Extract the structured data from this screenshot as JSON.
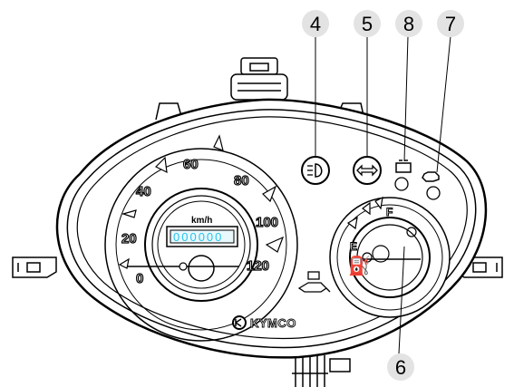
{
  "callouts": [
    {
      "number": "4",
      "refers_to": "headlight-high-beam-indicator"
    },
    {
      "number": "5",
      "refers_to": "turn-signal-indicator"
    },
    {
      "number": "8",
      "refers_to": "battery-indicator"
    },
    {
      "number": "7",
      "refers_to": "engine-indicator"
    },
    {
      "number": "6",
      "refers_to": "fuel-gauge"
    }
  ],
  "speedometer": {
    "unit": "km/h",
    "scale": [
      "0",
      "20",
      "40",
      "60",
      "80",
      "100",
      "120"
    ],
    "odometer": "000000"
  },
  "fuel_gauge": {
    "empty_label": "E",
    "full_label": "F"
  },
  "brand": "KYMCO",
  "colors": {
    "line": "#000000",
    "callout_fill": "#e3e3e3",
    "odometer_digits": "#29c4f0",
    "background": "#ffffff"
  }
}
